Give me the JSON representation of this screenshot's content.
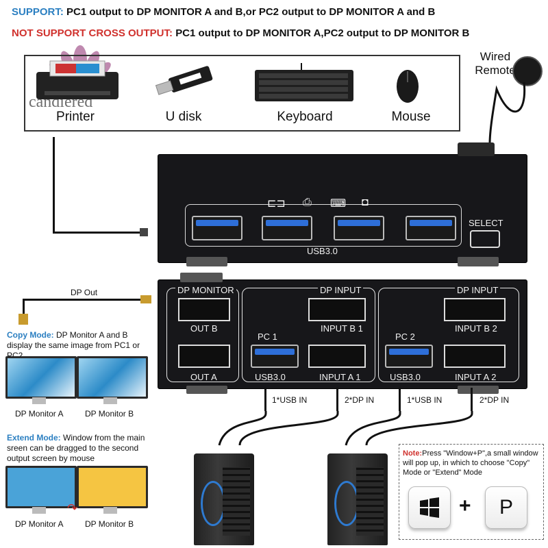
{
  "header": {
    "support_key": "SUPPORT:",
    "support_text": "PC1 output to DP MONITOR A and B,or PC2 output to DP MONITOR A and B",
    "not_support_key": "NOT SUPPORT CROSS OUTPUT:",
    "not_support_text": "PC1 output to DP MONITOR A,PC2 output to DP MONITOR B"
  },
  "watermark": "candiered",
  "peripherals": {
    "items": [
      {
        "label": "Printer",
        "icon": "printer-icon"
      },
      {
        "label": "U disk",
        "icon": "usb-drive-icon"
      },
      {
        "label": "Keyboard",
        "icon": "keyboard-icon"
      },
      {
        "label": "Mouse",
        "icon": "mouse-icon"
      }
    ]
  },
  "remote": {
    "line1": "Wired",
    "line2": "Remote"
  },
  "front_panel": {
    "select_label": "SELECT",
    "usb_label": "USB3.0"
  },
  "back_panel": {
    "dp_monitor": "DP MONITOR",
    "out_b": "OUT B",
    "out_a": "OUT A",
    "pc1": "PC 1",
    "pc2": "PC 2",
    "usb1": "USB3.0",
    "usb2": "USB3.0",
    "dp_input_1": "DP INPUT",
    "dp_input_2": "DP INPUT",
    "input_b1": "INPUT B 1",
    "input_a1": "INPUT A 1",
    "input_b2": "INPUT B 2",
    "input_a2": "INPUT A 2"
  },
  "cables": {
    "dp_out": "DP Out",
    "usb_in_1": "1*USB  IN",
    "dp_in_1": "2*DP IN",
    "usb_in_2": "1*USB  IN",
    "dp_in_2": "2*DP IN"
  },
  "copy_mode": {
    "key": "Copy Mode:",
    "text": " DP Monitor A and B display the same image from PC1 or PC2",
    "monitor_a": "DP Monitor A",
    "monitor_b": "DP Monitor B"
  },
  "extend_mode": {
    "key": "Extend Mode:",
    "text": " Window from the main sreen can be dragged to the second output screen by mouse",
    "monitor_a": "DP Monitor A",
    "monitor_b": "DP Monitor B"
  },
  "note": {
    "key": "Note:",
    "text": "Press \"Window+P\",a small window will pop up, in which to choose \"Copy\" Mode or \"Extend\" Mode",
    "plus": "+",
    "p_key": "P"
  },
  "colors": {
    "support": "#2b7fc1",
    "not_support": "#d0312d",
    "usb_blue": "#2e6fd8",
    "extend_blue": "#4aa3d8",
    "extend_yellow": "#f5c542"
  }
}
